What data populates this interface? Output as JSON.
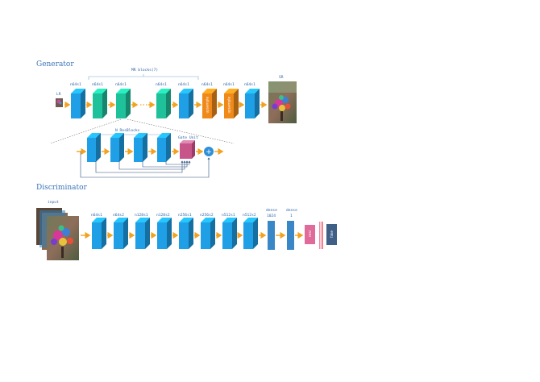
{
  "generator": {
    "title": "Generator",
    "lr_label": "LR",
    "sr_label": "SR",
    "mr_blocks_label": "MR blocks(7)",
    "layer_labels": [
      "n64s1",
      "n64s1",
      "n64s1",
      "n64s1",
      "n64s1",
      "n64s1",
      "n64s1",
      "n64s1"
    ],
    "upsample_label": "upsample",
    "resblocks_label": "N ResBlocks",
    "gate_unit_label": "Gate Unit",
    "plus_symbol": "+"
  },
  "discriminator": {
    "title": "Discriminator",
    "input_label": "input",
    "layer_labels": [
      "n64s1",
      "n64s2",
      "n128s1",
      "n128s2",
      "n256s1",
      "n256s2",
      "n512s1",
      "n512s2"
    ],
    "dense1_label": "dense\n1024",
    "dense2_label": "dense\n1",
    "real_label": "real",
    "fake_label": "fake"
  },
  "colors": {
    "blue_block": "#1e9fe6",
    "teal_block": "#1fc19b",
    "orange_block": "#ef8a1a",
    "pink_block": "#c8558a",
    "arrow": "#f2a21e",
    "label": "#2c63a8",
    "dense": "#3a87c7",
    "dark_block": "#3f5f86"
  }
}
